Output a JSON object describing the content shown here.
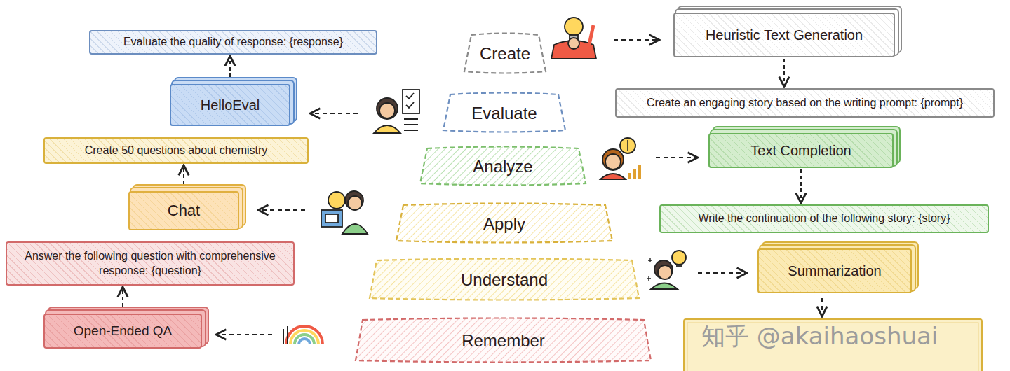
{
  "diagram": {
    "nodes": [
      {
        "text": [
          "Create"
        ]
      },
      {
        "text": [
          "Evaluate"
        ]
      },
      {
        "text": [
          "Analyze"
        ]
      },
      {
        "text": [
          "Apply"
        ]
      },
      {
        "text": [
          "Understand"
        ]
      },
      {
        "text": [
          "Remember"
        ]
      },
      {
        "text": [
          "Evaluate the quality of response: {response}"
        ]
      },
      {
        "text": [
          "HelloEval"
        ]
      },
      {
        "text": [
          "Create 50 questions about chemistry"
        ]
      },
      {
        "text": [
          "Chat"
        ]
      },
      {
        "text": [
          "Answer the following question with comprehensive response: {question}"
        ]
      },
      {
        "text": [
          "Open-Ended QA"
        ]
      },
      {
        "text": [
          "Heuristic Text Generation"
        ]
      },
      {
        "text": [
          "Create an engaging story based on the writing prompt: {prompt}"
        ]
      },
      {
        "text": [
          "Text Completion"
        ]
      },
      {
        "text": [
          "Write the continuation of the following story: {story}"
        ]
      },
      {
        "text": [
          "Summarization"
        ]
      }
    ],
    "edges": [
      {
        "from": 7,
        "to": 6,
        "arrow": "to"
      },
      {
        "from": 9,
        "to": 8,
        "arrow": "to"
      },
      {
        "from": 11,
        "to": 10,
        "arrow": "to"
      },
      {
        "from": 12,
        "to": 13,
        "arrow": "to"
      },
      {
        "from": 14,
        "to": 15,
        "arrow": "to"
      }
    ],
    "labels": [
      "知乎 @akaihaoshuai"
    ]
  }
}
